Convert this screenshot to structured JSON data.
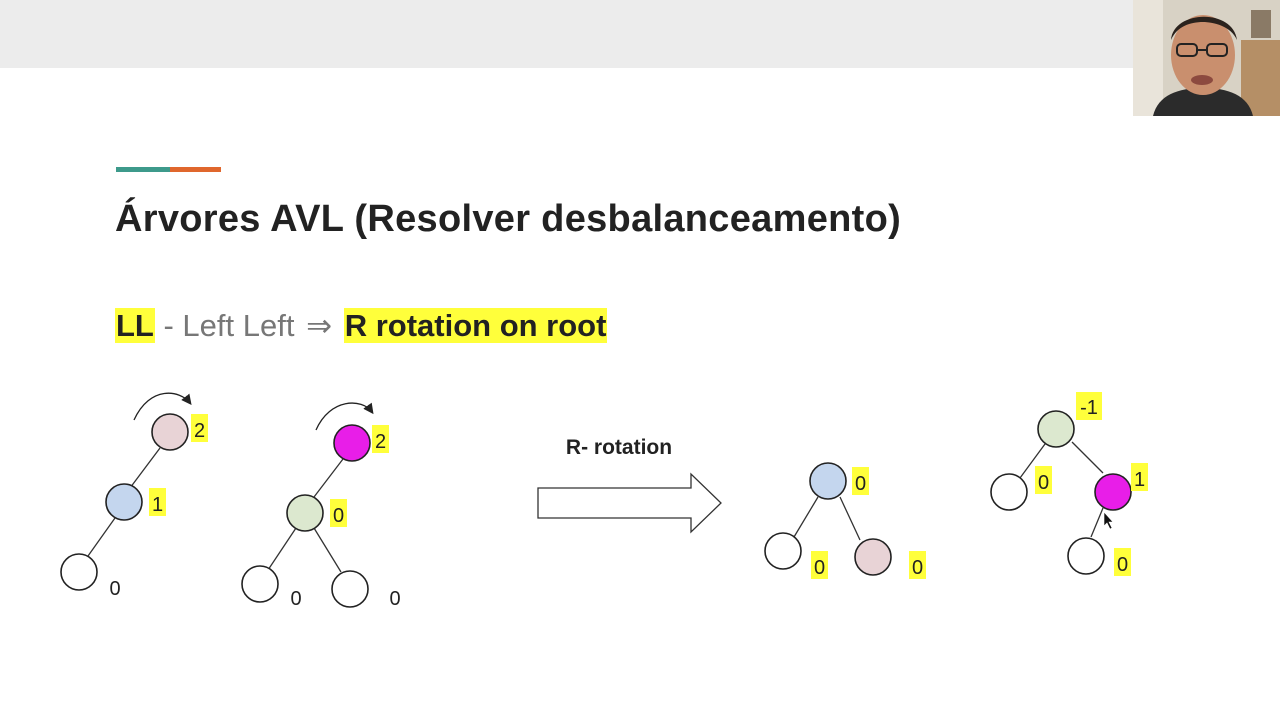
{
  "slide": {
    "title": "Árvores AVL (Resolver desbalanceamento)",
    "subtitle": {
      "case": "LL",
      "description": "- Left Left",
      "arrow": "⇒",
      "action": "R rotation on root"
    },
    "colors": {
      "highlight": "#ffff3b",
      "accent_teal": "#3d9a8b",
      "accent_orange": "#e0672d",
      "node_pink": "#e8d3d6",
      "node_blue": "#c4d6ee",
      "node_green": "#dce8cf",
      "node_magenta": "#e81ee8",
      "node_empty": "#ffffff"
    }
  },
  "diagram": {
    "rotation_label": "R- rotation",
    "tree1": {
      "root_balance": "2",
      "left_balance": "1",
      "leaf_balance": "0"
    },
    "tree2": {
      "root_balance": "2",
      "left_balance": "0",
      "leaf_left_balance": "0",
      "leaf_right_balance": "0"
    },
    "tree3": {
      "root_balance": "0",
      "left_balance": "0",
      "right_balance": "0"
    },
    "tree4": {
      "root_balance": "-1",
      "left_balance": "0",
      "right_balance": "1",
      "child_balance": "0"
    }
  },
  "webcam": {
    "icon": "presenter-video"
  }
}
